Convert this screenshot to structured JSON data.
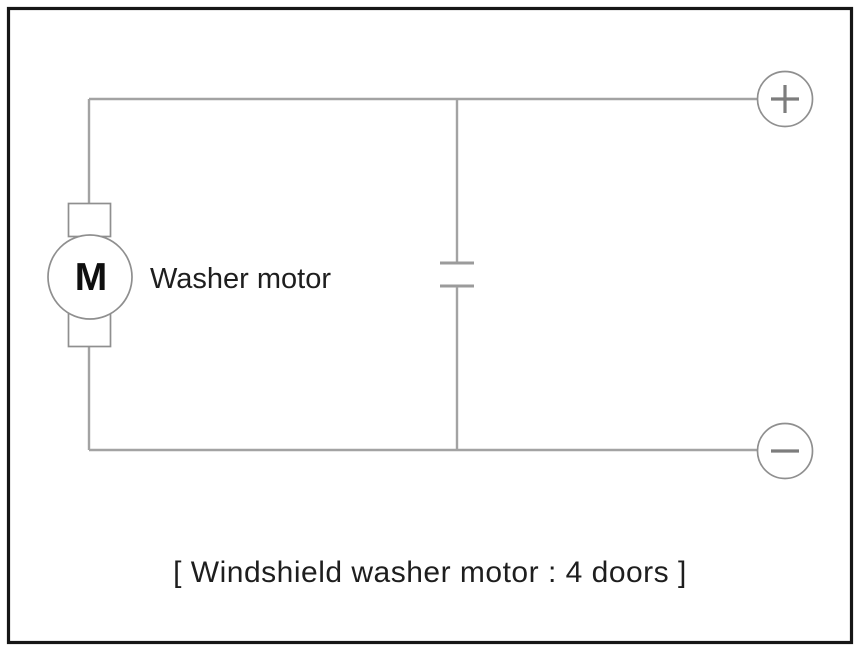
{
  "colors": {
    "background": "#ffffff",
    "border": "#161616",
    "wire": "#a3a3a3",
    "symbol": "#8f8f8f",
    "plate": "#9b9b9b",
    "sign": "#7d7d7d",
    "text": "#1e1e1e"
  },
  "motor": {
    "letter": "M",
    "label": "Washer motor"
  },
  "terminals": {
    "positive_sign": "+",
    "negative_sign": "−"
  },
  "caption": "[ Windshield washer motor : 4 doors ]"
}
